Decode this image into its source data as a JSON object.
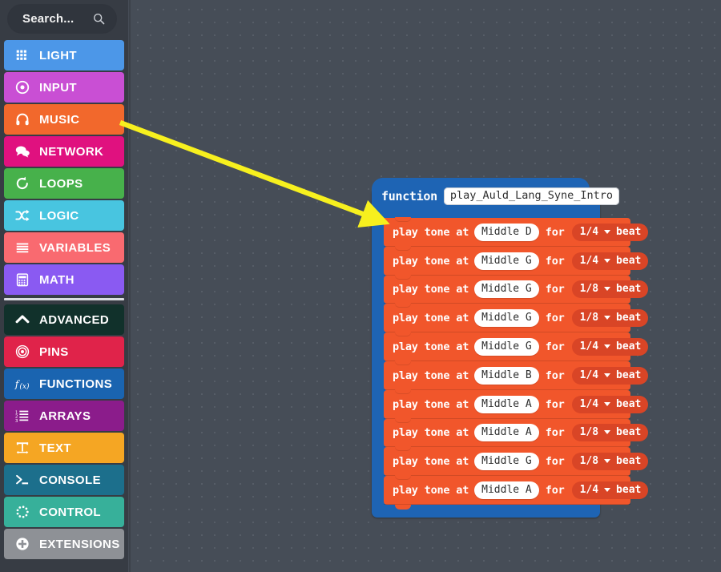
{
  "search": {
    "placeholder": "Search...",
    "icon": "search-icon"
  },
  "sidebar": {
    "categories": [
      {
        "label": "LIGHT",
        "icon": "grid-icon",
        "color": "#4C97E8",
        "text_color": "#FFFFFF"
      },
      {
        "label": "INPUT",
        "icon": "target-dot-icon",
        "color": "#C94FD4",
        "text_color": "#FFFFFF"
      },
      {
        "label": "MUSIC",
        "icon": "headphones-icon",
        "color": "#F2682C",
        "text_color": "#FFFFFF"
      },
      {
        "label": "NETWORK",
        "icon": "chat-bubbles-icon",
        "color": "#E0117F",
        "text_color": "#FFFFFF"
      },
      {
        "label": "LOOPS",
        "icon": "refresh-icon",
        "color": "#47B14B",
        "text_color": "#FFFFFF"
      },
      {
        "label": "LOGIC",
        "icon": "shuffle-icon",
        "color": "#48C5E0",
        "text_color": "#FFFFFF"
      },
      {
        "label": "VARIABLES",
        "icon": "lines-icon",
        "color": "#F96A70",
        "text_color": "#FFFFFF"
      },
      {
        "label": "MATH",
        "icon": "calculator-icon",
        "color": "#8A5AF2",
        "text_color": "#FFFFFF"
      }
    ],
    "divider": true,
    "advanced_categories": [
      {
        "label": "ADVANCED",
        "icon": "chevron-up-icon",
        "color": "#11312B",
        "text_color": "#FFFFFF"
      },
      {
        "label": "PINS",
        "icon": "concentric-circles-icon",
        "color": "#E0234A",
        "text_color": "#FFFFFF"
      },
      {
        "label": "FUNCTIONS",
        "icon": "fx-icon",
        "color": "#1A64B0",
        "text_color": "#FFFFFF"
      },
      {
        "label": "ARRAYS",
        "icon": "numbered-list-icon",
        "color": "#8B1C8B",
        "text_color": "#FFFFFF"
      },
      {
        "label": "TEXT",
        "icon": "text-t-icon",
        "color": "#F5A623",
        "text_color": "#FFFFFF"
      },
      {
        "label": "CONSOLE",
        "icon": "terminal-icon",
        "color": "#1C6F8C",
        "text_color": "#FFFFFF"
      },
      {
        "label": "CONTROL",
        "icon": "dotted-circle-icon",
        "color": "#37B09A",
        "text_color": "#FFFFFF"
      },
      {
        "label": "EXTENSIONS",
        "icon": "plus-circle-icon",
        "color": "#8E9196",
        "text_color": "#FFFFFF"
      }
    ]
  },
  "workspace": {
    "annotation_arrow": {
      "color": "#F7F01E",
      "from": "music-category-button",
      "to": "first-play-tone-block"
    },
    "function_block": {
      "keyword": "function",
      "name": "play_Auld_Lang_Syne_Intro",
      "color": "#1E64B4",
      "statements": [
        {
          "verb": "play tone at",
          "note": "Middle D",
          "joiner": "for",
          "duration": "1/4",
          "unit": "beat"
        },
        {
          "verb": "play tone at",
          "note": "Middle G",
          "joiner": "for",
          "duration": "1/4",
          "unit": "beat"
        },
        {
          "verb": "play tone at",
          "note": "Middle G",
          "joiner": "for",
          "duration": "1/8",
          "unit": "beat"
        },
        {
          "verb": "play tone at",
          "note": "Middle G",
          "joiner": "for",
          "duration": "1/8",
          "unit": "beat"
        },
        {
          "verb": "play tone at",
          "note": "Middle G",
          "joiner": "for",
          "duration": "1/4",
          "unit": "beat"
        },
        {
          "verb": "play tone at",
          "note": "Middle B",
          "joiner": "for",
          "duration": "1/4",
          "unit": "beat"
        },
        {
          "verb": "play tone at",
          "note": "Middle A",
          "joiner": "for",
          "duration": "1/4",
          "unit": "beat"
        },
        {
          "verb": "play tone at",
          "note": "Middle A",
          "joiner": "for",
          "duration": "1/8",
          "unit": "beat"
        },
        {
          "verb": "play tone at",
          "note": "Middle G",
          "joiner": "for",
          "duration": "1/8",
          "unit": "beat"
        },
        {
          "verb": "play tone at",
          "note": "Middle A",
          "joiner": "for",
          "duration": "1/4",
          "unit": "beat"
        }
      ],
      "statement_color": "#F1562B",
      "duration_pill_color": "#D94526"
    }
  }
}
